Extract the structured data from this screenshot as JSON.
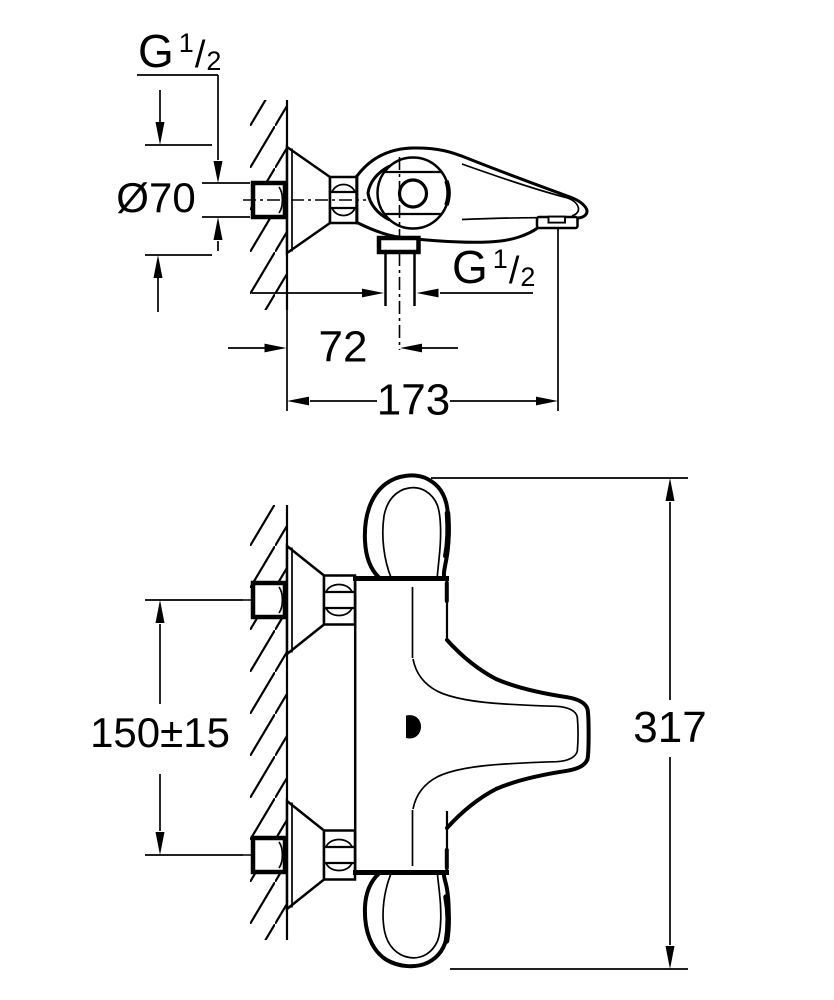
{
  "background": "#ffffff",
  "line_color": "#000000",
  "views": {
    "side_view": {
      "dimensions": {
        "wall_thread": {
          "base": "G",
          "num": "1",
          "slash": "/",
          "den": "2"
        },
        "escutcheon_diameter": "Ø70",
        "shower_outlet_thread": {
          "base": "G",
          "num": "1",
          "slash": "/",
          "den": "2"
        },
        "outlet_offset": "72",
        "spout_reach": "173"
      }
    },
    "plan_view": {
      "dimensions": {
        "connection_spacing": "150±15",
        "overall_width": "317"
      }
    }
  }
}
